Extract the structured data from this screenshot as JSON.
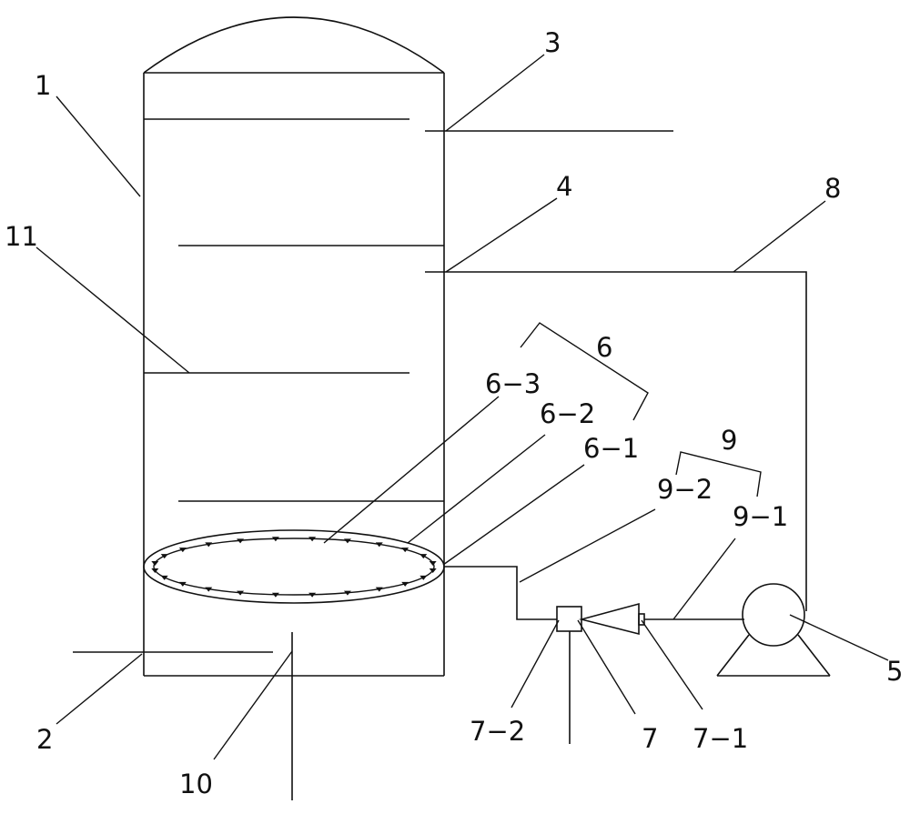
{
  "colors": {
    "line": "#111111",
    "background": "#ffffff"
  },
  "labels": {
    "l1": "1",
    "l2": "2",
    "l3": "3",
    "l4": "4",
    "l5": "5",
    "l6": "6",
    "l6_1": "6−1",
    "l6_2": "6−2",
    "l6_3": "6−3",
    "l7": "7",
    "l7_1": "7−1",
    "l7_2": "7−2",
    "l8": "8",
    "l9": "9",
    "l9_1": "9−1",
    "l9_2": "9−2",
    "l10": "10",
    "l11": "11"
  }
}
